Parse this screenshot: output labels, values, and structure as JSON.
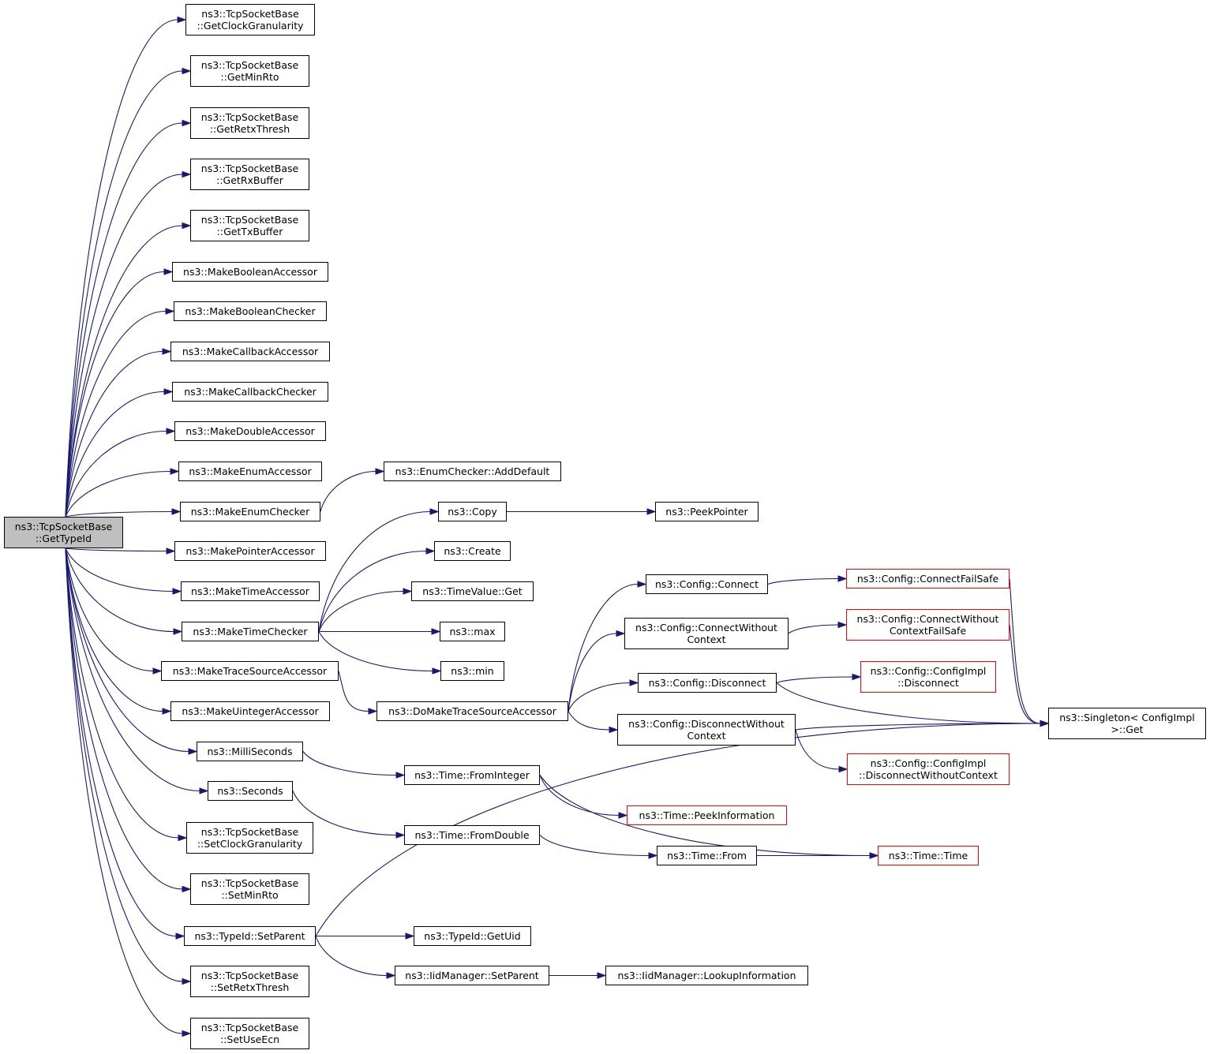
{
  "edge_color": "#191970",
  "root_fill": "#bfbfbf",
  "truncated_border_color": "#ff0000",
  "nodes": {
    "root": [
      "ns3::TcpSocketBase",
      "::GetTypeId"
    ],
    "getClockGranularity": [
      "ns3::TcpSocketBase",
      "::GetClockGranularity"
    ],
    "getMinRto": [
      "ns3::TcpSocketBase",
      "::GetMinRto"
    ],
    "getRetxThresh": [
      "ns3::TcpSocketBase",
      "::GetRetxThresh"
    ],
    "getRxBuffer": [
      "ns3::TcpSocketBase",
      "::GetRxBuffer"
    ],
    "getTxBuffer": [
      "ns3::TcpSocketBase",
      "::GetTxBuffer"
    ],
    "makeBooleanAccessor": [
      "ns3::MakeBooleanAccessor"
    ],
    "makeBooleanChecker": [
      "ns3::MakeBooleanChecker"
    ],
    "makeCallbackAccessor": [
      "ns3::MakeCallbackAccessor"
    ],
    "makeCallbackChecker": [
      "ns3::MakeCallbackChecker"
    ],
    "makeDoubleAccessor": [
      "ns3::MakeDoubleAccessor"
    ],
    "makeEnumAccessor": [
      "ns3::MakeEnumAccessor"
    ],
    "makeEnumChecker": [
      "ns3::MakeEnumChecker"
    ],
    "makePointerAccessor": [
      "ns3::MakePointerAccessor"
    ],
    "makeTimeAccessor": [
      "ns3::MakeTimeAccessor"
    ],
    "makeTimeChecker": [
      "ns3::MakeTimeChecker"
    ],
    "makeTraceSourceAccessor": [
      "ns3::MakeTraceSourceAccessor"
    ],
    "makeUintegerAccessor": [
      "ns3::MakeUintegerAccessor"
    ],
    "milliSeconds": [
      "ns3::MilliSeconds"
    ],
    "seconds": [
      "ns3::Seconds"
    ],
    "setClockGranularity": [
      "ns3::TcpSocketBase",
      "::SetClockGranularity"
    ],
    "setMinRto": [
      "ns3::TcpSocketBase",
      "::SetMinRto"
    ],
    "setParent": [
      "ns3::TypeId::SetParent"
    ],
    "setRetxThresh": [
      "ns3::TcpSocketBase",
      "::SetRetxThresh"
    ],
    "setUseEcn": [
      "ns3::TcpSocketBase",
      "::SetUseEcn"
    ],
    "addDefault": [
      "ns3::EnumChecker::AddDefault"
    ],
    "copy": [
      "ns3::Copy"
    ],
    "create": [
      "ns3::Create"
    ],
    "timeValueGet": [
      "ns3::TimeValue::Get"
    ],
    "max": [
      "ns3::max"
    ],
    "min": [
      "ns3::min"
    ],
    "doMakeTraceSourceAccessor": [
      "ns3::DoMakeTraceSourceAccessor"
    ],
    "fromInteger": [
      "ns3::Time::FromInteger"
    ],
    "fromDouble": [
      "ns3::Time::FromDouble"
    ],
    "getUid": [
      "ns3::TypeId::GetUid"
    ],
    "iidSetParent": [
      "ns3::IidManager::SetParent"
    ],
    "peekPointer": [
      "ns3::PeekPointer"
    ],
    "configConnect": [
      "ns3::Config::Connect"
    ],
    "configConnectWithoutContext": [
      "ns3::Config::ConnectWithout",
      "Context"
    ],
    "configDisconnect": [
      "ns3::Config::Disconnect"
    ],
    "configDisconnectWithoutContext": [
      "ns3::Config::DisconnectWithout",
      "Context"
    ],
    "peekInformation": [
      "ns3::Time::PeekInformation"
    ],
    "timeFrom": [
      "ns3::Time::From"
    ],
    "lookupInformation": [
      "ns3::IidManager::LookupInformation"
    ],
    "connectFailSafe": [
      "ns3::Config::ConnectFailSafe"
    ],
    "connectWithoutContextFailSafe": [
      "ns3::Config::ConnectWithout",
      "ContextFailSafe"
    ],
    "configImplDisconnect": [
      "ns3::Config::ConfigImpl",
      "::Disconnect"
    ],
    "configImplDisconnectWithoutContext": [
      "ns3::Config::ConfigImpl",
      "::DisconnectWithoutContext"
    ],
    "timeTime": [
      "ns3::Time::Time"
    ],
    "singletonGet": [
      "ns3::Singleton< ConfigImpl",
      ">::Get"
    ]
  },
  "truncated_nodes": [
    "peekInformation",
    "connectFailSafe",
    "connectWithoutContextFailSafe",
    "configImplDisconnect",
    "configImplDisconnectWithoutContext",
    "timeTime"
  ],
  "edges": [
    [
      "root",
      "getClockGranularity"
    ],
    [
      "root",
      "getMinRto"
    ],
    [
      "root",
      "getRetxThresh"
    ],
    [
      "root",
      "getRxBuffer"
    ],
    [
      "root",
      "getTxBuffer"
    ],
    [
      "root",
      "makeBooleanAccessor"
    ],
    [
      "root",
      "makeBooleanChecker"
    ],
    [
      "root",
      "makeCallbackAccessor"
    ],
    [
      "root",
      "makeCallbackChecker"
    ],
    [
      "root",
      "makeDoubleAccessor"
    ],
    [
      "root",
      "makeEnumAccessor"
    ],
    [
      "root",
      "makeEnumChecker"
    ],
    [
      "root",
      "makePointerAccessor"
    ],
    [
      "root",
      "makeTimeAccessor"
    ],
    [
      "root",
      "makeTimeChecker"
    ],
    [
      "root",
      "makeTraceSourceAccessor"
    ],
    [
      "root",
      "makeUintegerAccessor"
    ],
    [
      "root",
      "milliSeconds"
    ],
    [
      "root",
      "seconds"
    ],
    [
      "root",
      "setClockGranularity"
    ],
    [
      "root",
      "setMinRto"
    ],
    [
      "root",
      "setParent"
    ],
    [
      "root",
      "setRetxThresh"
    ],
    [
      "root",
      "setUseEcn"
    ],
    [
      "makeEnumChecker",
      "addDefault"
    ],
    [
      "makeTimeChecker",
      "copy"
    ],
    [
      "makeTimeChecker",
      "create"
    ],
    [
      "makeTimeChecker",
      "timeValueGet"
    ],
    [
      "makeTimeChecker",
      "max"
    ],
    [
      "makeTimeChecker",
      "min"
    ],
    [
      "copy",
      "peekPointer"
    ],
    [
      "makeTraceSourceAccessor",
      "doMakeTraceSourceAccessor"
    ],
    [
      "doMakeTraceSourceAccessor",
      "configConnect"
    ],
    [
      "doMakeTraceSourceAccessor",
      "configConnectWithoutContext"
    ],
    [
      "doMakeTraceSourceAccessor",
      "configDisconnect"
    ],
    [
      "doMakeTraceSourceAccessor",
      "configDisconnectWithoutContext"
    ],
    [
      "configConnect",
      "connectFailSafe"
    ],
    [
      "configConnectWithoutContext",
      "connectWithoutContextFailSafe"
    ],
    [
      "configDisconnect",
      "configImplDisconnect"
    ],
    [
      "configDisconnect",
      "singletonGet"
    ],
    [
      "configDisconnectWithoutContext",
      "configImplDisconnectWithoutContext"
    ],
    [
      "configDisconnectWithoutContext",
      "singletonGet"
    ],
    [
      "connectFailSafe",
      "singletonGet"
    ],
    [
      "connectWithoutContextFailSafe",
      "singletonGet"
    ],
    [
      "milliSeconds",
      "fromInteger"
    ],
    [
      "seconds",
      "fromDouble"
    ],
    [
      "fromInteger",
      "peekInformation"
    ],
    [
      "fromInteger",
      "timeTime"
    ],
    [
      "fromDouble",
      "timeFrom"
    ],
    [
      "timeFrom",
      "timeTime"
    ],
    [
      "setParent",
      "singletonGet"
    ],
    [
      "setParent",
      "getUid"
    ],
    [
      "setParent",
      "iidSetParent"
    ],
    [
      "iidSetParent",
      "lookupInformation"
    ]
  ]
}
